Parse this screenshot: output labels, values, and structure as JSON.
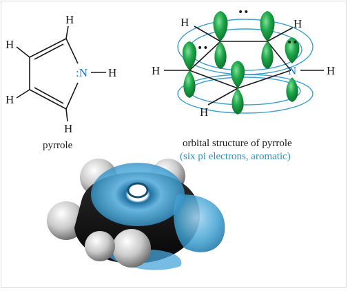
{
  "pyrrole_structure": {
    "atoms": {
      "h_top": "H",
      "h_left_top": "H",
      "h_left_bottom": "H",
      "h_bottom": "H",
      "n_label": ":N",
      "n_h": "H"
    },
    "caption": "pyrrole"
  },
  "orbital_structure": {
    "atoms": {
      "h_top_left": "H",
      "h_top_right": "H",
      "h_left": "H",
      "h_bottom": "H",
      "n_label": "N",
      "h_right": "H"
    },
    "lone_pair": "••",
    "caption_line1": "orbital structure of pyrrole",
    "caption_line2": "(six pi electrons, aromatic)"
  },
  "colors": {
    "lobe_green": "#1fa64a",
    "ring_blue": "#3d9fd0",
    "nitrogen_blue": "#1f7ab8",
    "caption_blue": "#2f8fb8"
  }
}
